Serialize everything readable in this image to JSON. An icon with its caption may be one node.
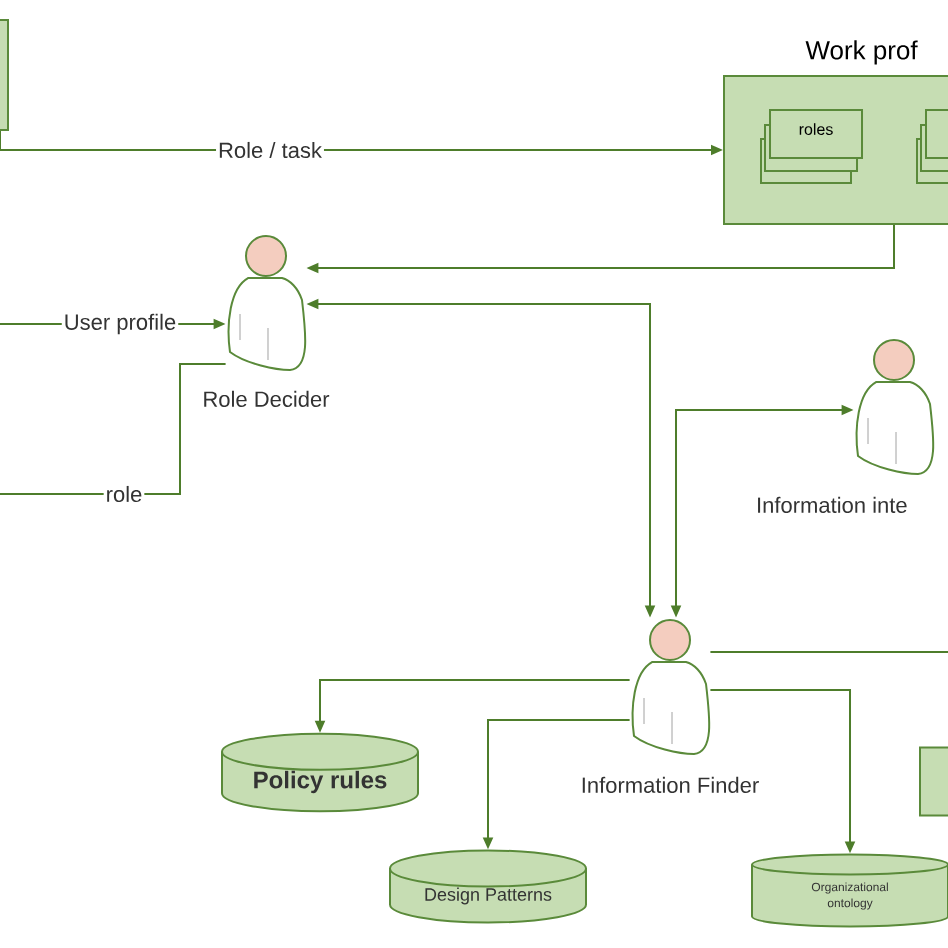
{
  "diagram": {
    "nodes": [
      {
        "text": [],
        "shape": "box"
      },
      {
        "text": [
          "Work prof"
        ]
      },
      {
        "text": [
          "roles"
        ],
        "in": 1
      },
      {
        "text": [],
        "shape": "box",
        "in": 1
      },
      {
        "text": [
          "Role Decider"
        ]
      },
      {
        "text": [
          "Information inte"
        ]
      },
      {
        "text": [
          "Information Finder"
        ]
      },
      {
        "text": [
          "Policy rules"
        ]
      },
      {
        "text": [],
        "shape": "cylinder"
      },
      {
        "text": [
          "Design Patterns"
        ]
      },
      {
        "text": [
          "Organizational ontology"
        ]
      }
    ],
    "edges": [
      {
        "from": 0,
        "to": 1,
        "arrow": "to",
        "label": "Role / task"
      },
      {
        "from": 1,
        "to": 4,
        "arrow": "to"
      },
      {
        "from": null,
        "to": 4,
        "arrow": "to",
        "label": "User profile"
      },
      {
        "from": 4,
        "to": null,
        "arrow": "none",
        "label": "role"
      },
      {
        "from": 6,
        "to": 4,
        "arrow": "both"
      },
      {
        "from": 6,
        "to": 5,
        "arrow": "both"
      },
      {
        "from": 6,
        "to": null,
        "arrow": "none"
      },
      {
        "from": 6,
        "to": 7,
        "arrow": "to"
      },
      {
        "from": 6,
        "to": 9,
        "arrow": "to"
      },
      {
        "from": 6,
        "to": 10,
        "arrow": "to"
      }
    ]
  }
}
